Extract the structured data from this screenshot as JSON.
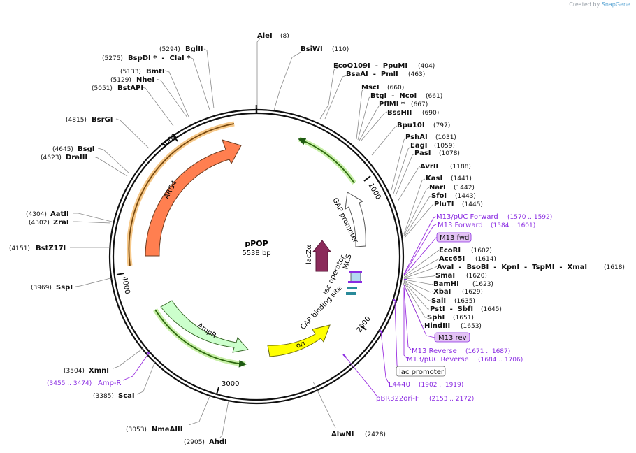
{
  "watermark": {
    "prefix": "Created by",
    "brand": "SnapGene"
  },
  "plasmid": {
    "name": "pPOP",
    "size": "5538 bp"
  },
  "ticks": [
    "1000",
    "2000",
    "3000",
    "4000",
    "5000"
  ],
  "features": {
    "arg4": "ARG4",
    "ampr": "AmpR",
    "ori": "ori",
    "gap": "GAP promoter",
    "lacza": "lacZα",
    "lacop": "lac operator",
    "cap": "CAP binding site",
    "mcs": "MCS"
  },
  "enzymes": {
    "alei": {
      "name": "AleI",
      "pos": "(8)"
    },
    "bsiwi": {
      "name": "BsiWI",
      "pos": "(110)"
    },
    "eco": {
      "name": "EcoO109I  -  PpuMI",
      "pos": "(404)"
    },
    "bsaai": {
      "name": "BsaAI  -  PmlI",
      "pos": "(463)"
    },
    "msci": {
      "name": "MscI",
      "pos": "(660)"
    },
    "btgi": {
      "name": "BtgI  -  NcoI",
      "pos": "(661)"
    },
    "pflmi": {
      "name": "PflMI *",
      "pos": "(667)"
    },
    "bsshii": {
      "name": "BssHII",
      "pos": "(690)"
    },
    "bpu10i": {
      "name": "Bpu10I",
      "pos": "(797)"
    },
    "pshai": {
      "name": "PshAI",
      "pos": "(1031)"
    },
    "eagi": {
      "name": "EagI",
      "pos": "(1059)"
    },
    "pasi": {
      "name": "PasI",
      "pos": "(1078)"
    },
    "avrii": {
      "name": "AvrII",
      "pos": "(1188)"
    },
    "kasi": {
      "name": "KasI",
      "pos": "(1441)"
    },
    "nari": {
      "name": "NarI",
      "pos": "(1442)"
    },
    "sfoi": {
      "name": "SfoI",
      "pos": "(1443)"
    },
    "pluti": {
      "name": "PluTI",
      "pos": "(1445)"
    },
    "ecori": {
      "name": "EcoRI",
      "pos": "(1602)"
    },
    "acc65i": {
      "name": "Acc65I",
      "pos": "(1614)"
    },
    "avai": {
      "name": "AvaI  -  BsoBI  -  KpnI  -  TspMI  -  XmaI",
      "pos": "(1618)"
    },
    "smai": {
      "name": "SmaI",
      "pos": "(1620)"
    },
    "bamhi": {
      "name": "BamHI",
      "pos": "(1623)"
    },
    "xbai": {
      "name": "XbaI",
      "pos": "(1629)"
    },
    "sali": {
      "name": "SalI",
      "pos": "(1635)"
    },
    "psti": {
      "name": "PstI  -  SbfI",
      "pos": "(1645)"
    },
    "sphi": {
      "name": "SphI",
      "pos": "(1651)"
    },
    "hindiii": {
      "name": "HindIII",
      "pos": "(1653)"
    },
    "alwni": {
      "name": "AlwNI",
      "pos": "(2428)"
    },
    "ahdi": {
      "name": "AhdI",
      "pos": "(2905)"
    },
    "nmeaiii": {
      "name": "NmeAIII",
      "pos": "(3053)"
    },
    "scai": {
      "name": "ScaI",
      "pos": "(3385)"
    },
    "xmni": {
      "name": "XmnI",
      "pos": "(3504)"
    },
    "sspi": {
      "name": "SspI",
      "pos": "(3969)"
    },
    "bstz17i": {
      "name": "BstZ17I",
      "pos": "(4151)"
    },
    "zrai": {
      "name": "ZraI",
      "pos": "(4302)"
    },
    "aatii": {
      "name": "AatII",
      "pos": "(4304)"
    },
    "draiii": {
      "name": "DraIII",
      "pos": "(4623)"
    },
    "bsgi": {
      "name": "BsgI",
      "pos": "(4645)"
    },
    "bsrgi": {
      "name": "BsrGI",
      "pos": "(4815)"
    },
    "bstapi": {
      "name": "BstAPI",
      "pos": "(5051)"
    },
    "nhei": {
      "name": "NheI",
      "pos": "(5129)"
    },
    "bmti": {
      "name": "BmtI",
      "pos": "(5133)"
    },
    "bspdi": {
      "name": "BspDI *  -  ClaI *",
      "pos": "(5275)"
    },
    "bglii": {
      "name": "BglII",
      "pos": "(5294)"
    }
  },
  "primers": {
    "m13puc_fwd": {
      "name": "M13/pUC Forward",
      "pos": "(1570 .. 1592)"
    },
    "m13_fwd": {
      "name": "M13 Forward",
      "pos": "(1584 .. 1601)"
    },
    "m13fwd_box": "M13 fwd",
    "m13rev_box": "M13 rev",
    "m13_rev": {
      "name": "M13 Reverse",
      "pos": "(1671 .. 1687)"
    },
    "m13puc_rev": {
      "name": "M13/pUC Reverse",
      "pos": "(1684 .. 1706)"
    },
    "lacprom_box": "lac promoter",
    "l4440": {
      "name": "L4440",
      "pos": "(1902 .. 1919)"
    },
    "pbr322": {
      "name": "pBR322ori-F",
      "pos": "(2153 .. 2172)"
    },
    "ampr_primer": {
      "name": "Amp-R",
      "pos": "(3455 .. 3474)"
    }
  }
}
